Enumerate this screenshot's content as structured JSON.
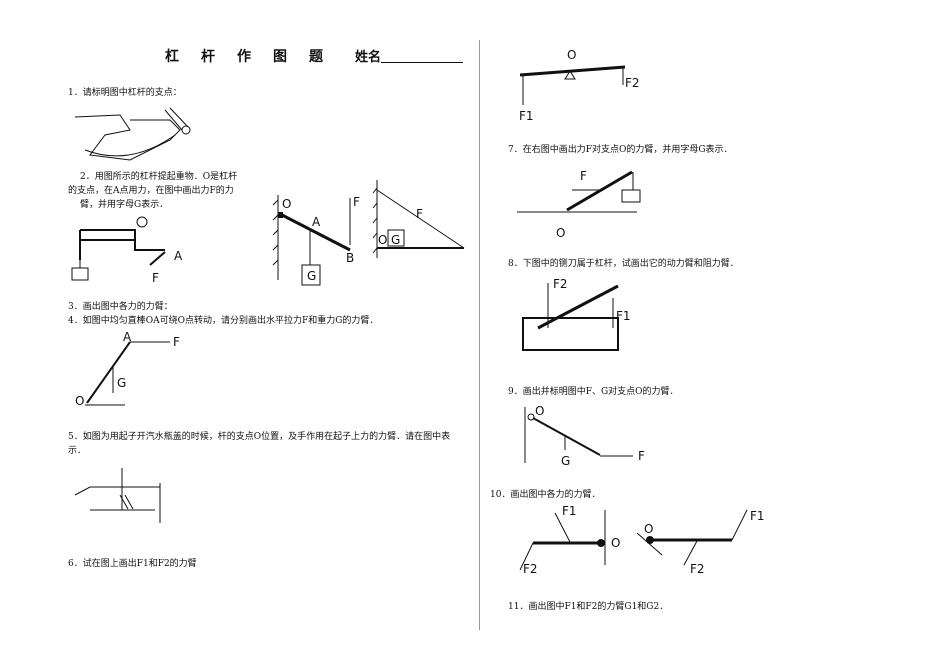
{
  "header": {
    "title_chars": [
      "杠",
      "杆",
      "作",
      "图",
      "题"
    ],
    "name_label": "姓名"
  },
  "questions": {
    "q1": "1．请标明图中杠杆的支点：",
    "q2_l1": "2．用图所示的杠杆提起重物．O是杠杆",
    "q2_l2": "的支点，在A点用力，在图中画出力F的力",
    "q2_l3": "臂，并用字母G表示．",
    "q3": "3．画出图中各力的力臂：",
    "q4": "4．如图中均匀直棒OA可绕O点转动，请分别画出水平拉力F和重力G的力臂．",
    "q5_l1": "5．如图为用起子开汽水瓶盖的时候，杆的支点O位置，及手作用在起子上力的力臂．请在图中表",
    "q5_l2": "示．",
    "q6": "6．试在图上画出F1和F2的力臂",
    "q7": "7．在右图中画出力F对支点O的力臂，并用字母G表示．",
    "q8": "8．下图中的铡刀属于杠杆，试画出它的动力臂和阻力臂．",
    "q9": "9．画出并标明图中F、G对支点O的力臂．",
    "q10": "10．画出图中各力的力臂．",
    "q11": "11．画出图中F1和F2的力臂G1和G2．"
  },
  "labels": {
    "O": "O",
    "A": "A",
    "B": "B",
    "F": "F",
    "G": "G",
    "F1": "F1",
    "F2": "F2"
  }
}
